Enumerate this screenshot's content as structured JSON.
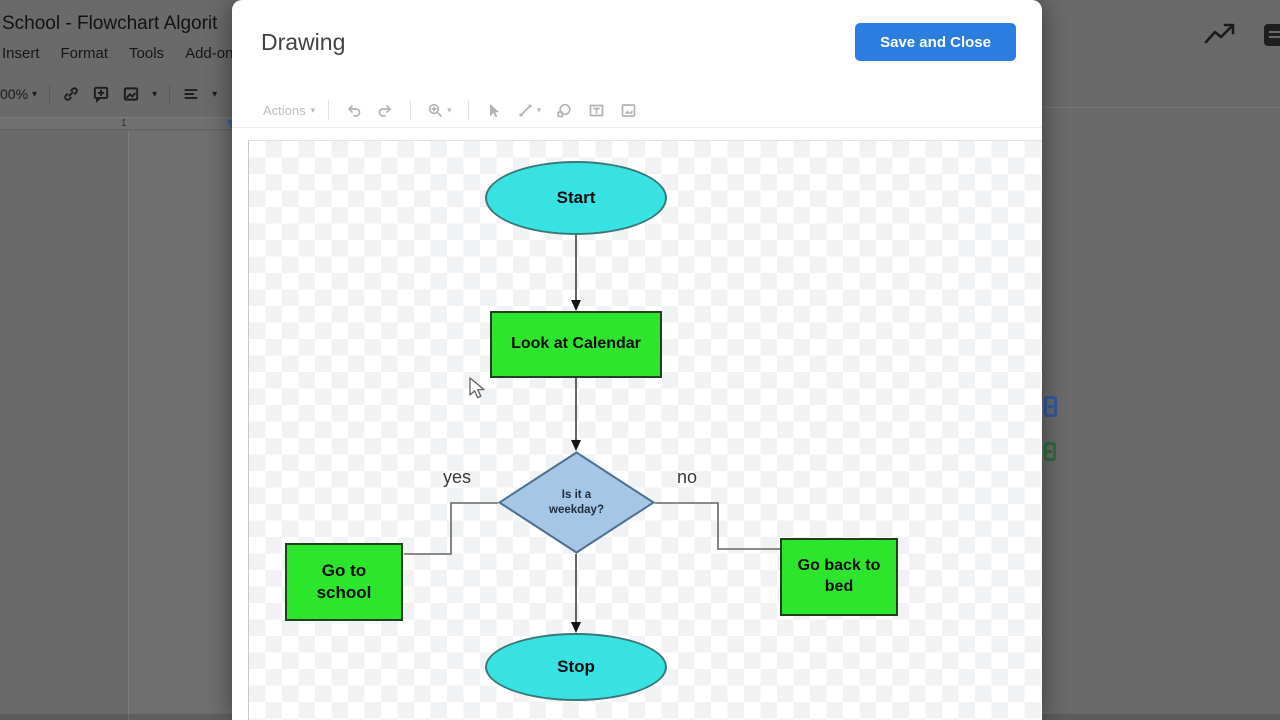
{
  "backdrop": {
    "doc_title": "School - Flowchart Algorit",
    "menus": [
      "Insert",
      "Format",
      "Tools",
      "Add-on"
    ],
    "zoom_value": "00%",
    "ruler_number": "1"
  },
  "dialog": {
    "title": "Drawing",
    "save_and_close_label": "Save and Close",
    "toolbar": {
      "actions_label": "Actions"
    }
  },
  "icons": {
    "dropdown_caret": "▾"
  },
  "flowchart": {
    "nodes": {
      "start": {
        "shape": "ellipse",
        "label": "Start"
      },
      "calendar": {
        "shape": "rect",
        "label": "Look at Calendar"
      },
      "decision": {
        "shape": "diamond",
        "label": "Is it a weekday?",
        "line1": "Is it a",
        "line2": "weekday?"
      },
      "school": {
        "shape": "rect",
        "label": "Go to school",
        "line1": "Go to",
        "line2": "school"
      },
      "bed": {
        "shape": "rect",
        "label": "Go back to bed",
        "line1": "Go back to",
        "line2": "bed"
      },
      "stop": {
        "shape": "ellipse",
        "label": "Stop"
      }
    },
    "labels": {
      "yes": "yes",
      "no": "no"
    }
  },
  "colors": {
    "accent-blue": "#2b7de0",
    "terminal-fill": "#38e2e2",
    "terminal-stroke": "#3a7878",
    "process-fill": "#2ee52e",
    "process-stroke": "#204020",
    "decision-fill": "#a6c6e6",
    "decision-stroke": "#4d7291",
    "connector-dark": "#3f3f3f",
    "connector-light": "#666666"
  }
}
